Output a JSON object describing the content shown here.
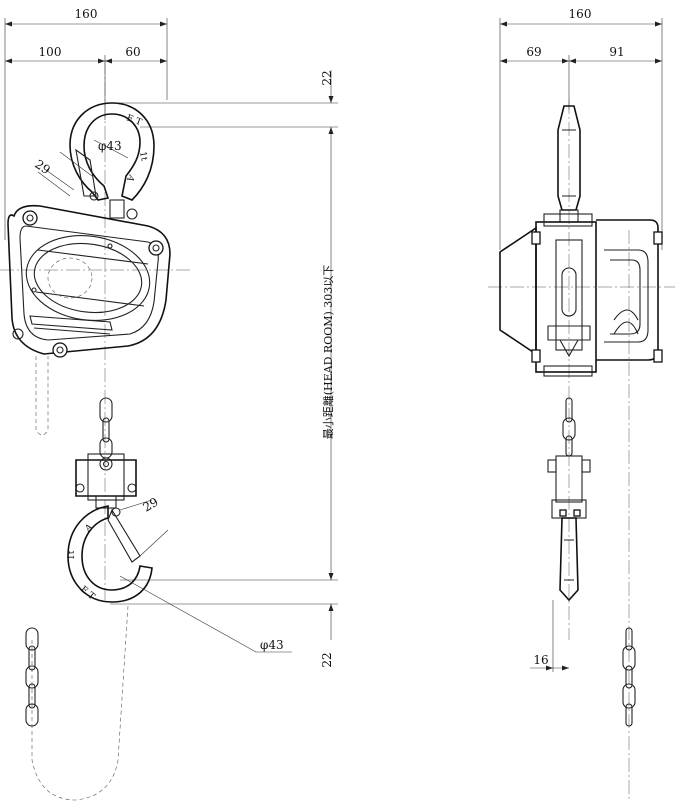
{
  "dimensions": {
    "left_total_width": "160",
    "left_part_a": "100",
    "left_part_b": "60",
    "hook_top_dim": "22",
    "hook_bottom_dim": "22",
    "hook_top_throat": "29",
    "hook_bottom_throat": "29",
    "hook_top_diameter": "φ43",
    "hook_bottom_diameter": "φ43",
    "headroom": "最小距離(HEAD  ROOM)  303以下",
    "right_total_width": "160",
    "right_part_a": "69",
    "right_part_b": "91",
    "chain_offset": "16"
  },
  "hook_markings": {
    "top_et": "E T",
    "top_cap": "1t",
    "top_letter": "A",
    "bottom_et": "E T",
    "bottom_cap": "1t",
    "bottom_letter": "A"
  }
}
